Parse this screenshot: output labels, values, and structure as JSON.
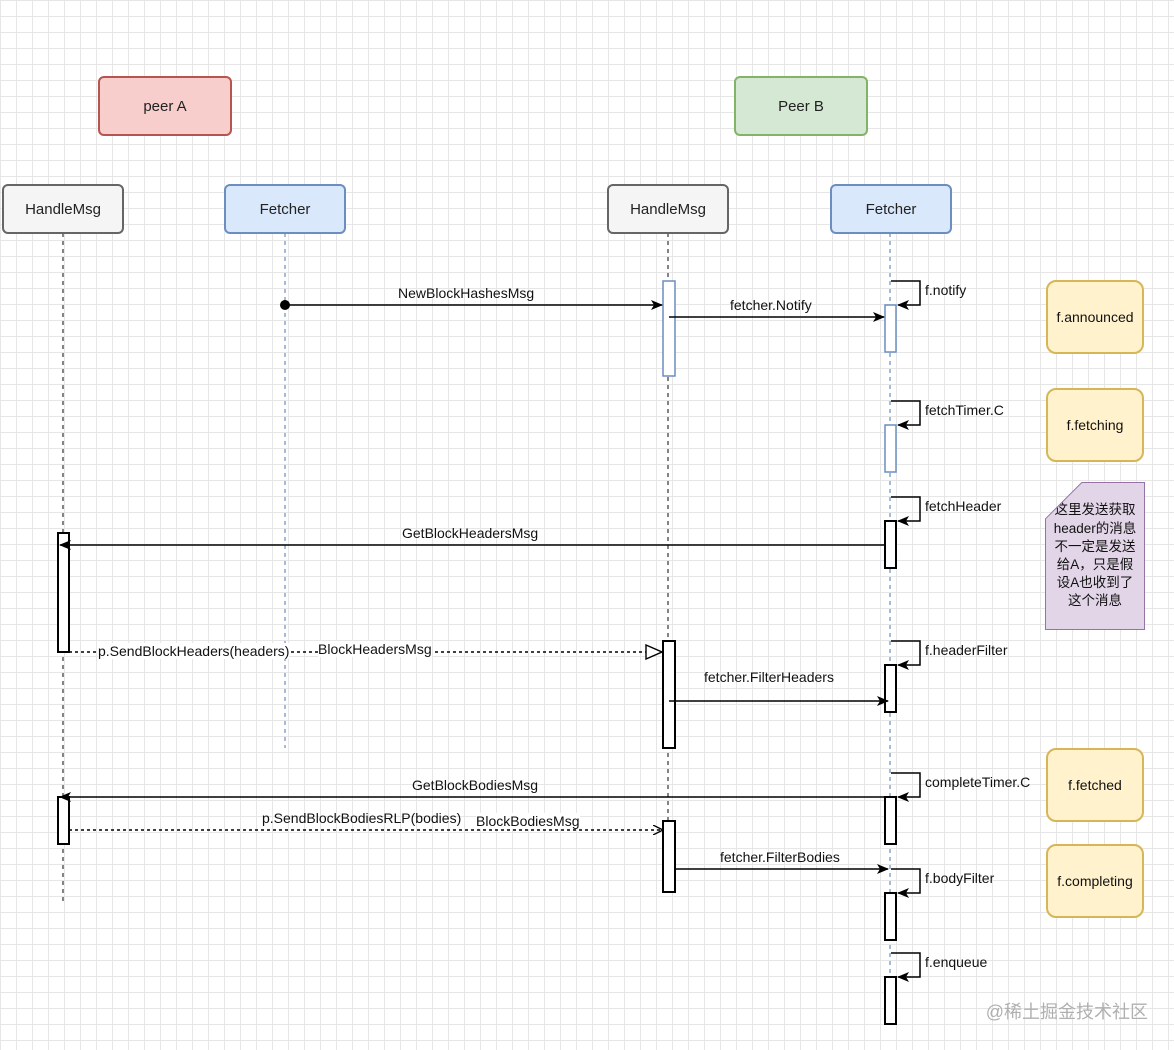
{
  "groups": {
    "peer_a": "peer A",
    "peer_b": "Peer B"
  },
  "lifelines": {
    "a_handlemsg": "HandleMsg",
    "a_fetcher": "Fetcher",
    "b_handlemsg": "HandleMsg",
    "b_fetcher": "Fetcher"
  },
  "messages": {
    "new_block_hashes": "NewBlockHashesMsg",
    "fetcher_notify": "fetcher.Notify",
    "get_block_headers": "GetBlockHeadersMsg",
    "send_block_headers": "p.SendBlockHeaders(headers)",
    "block_headers_msg": "BlockHeadersMsg",
    "fetcher_filter_headers": "fetcher.FilterHeaders",
    "get_block_bodies": "GetBlockBodiesMsg",
    "send_block_bodies": "p.SendBlockBodiesRLP(bodies)",
    "block_bodies_msg": "BlockBodiesMsg",
    "fetcher_filter_bodies": "fetcher.FilterBodies"
  },
  "self_calls": {
    "f_notify": "f.notify",
    "fetch_timer": "fetchTimer.C",
    "fetch_header": "fetchHeader",
    "f_header_filter": "f.headerFilter",
    "complete_timer": "completeTimer.C",
    "f_body_filter": "f.bodyFilter",
    "f_enqueue": "f.enqueue"
  },
  "states": {
    "announced": "f.announced",
    "fetching": "f.fetching",
    "fetched": "f.fetched",
    "completing": "f.completing"
  },
  "note": {
    "lines": [
      "这里发送获取",
      "header的消息",
      "不一定是发送",
      "给A，只是假",
      "设A也收到了",
      "这个消息"
    ]
  },
  "watermark": "@稀土掘金技术社区",
  "colors": {
    "peer_a_fill": "#f8cecc",
    "peer_b_fill": "#d5e8d4",
    "fetcher_fill": "#dae8fc",
    "handlemsg_fill": "#f5f5f5",
    "state_fill": "#fff2cc",
    "note_fill": "#e1d5e7"
  }
}
